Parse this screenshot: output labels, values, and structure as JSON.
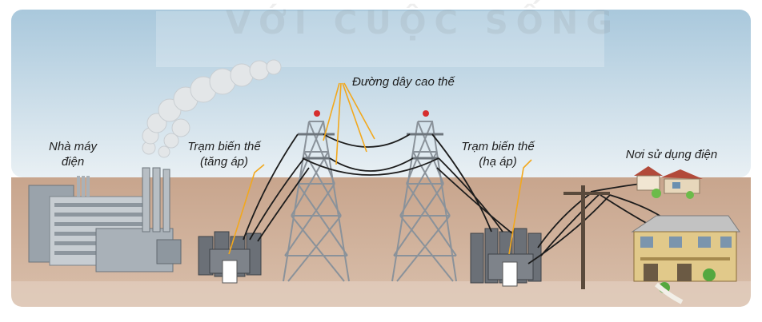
{
  "watermark": "VỚI CUỘC SỐNG",
  "labels": {
    "power_plant_line1": "Nhà máy",
    "power_plant_line2": "điện",
    "step_up_line1": "Trạm biến thế",
    "step_up_line2": "(tăng áp)",
    "transmission_lines": "Đường dây cao thế",
    "step_down_line1": "Trạm biến thế",
    "step_down_line2": "(hạ áp)",
    "consumers": "Nơi sử dụng điện"
  },
  "colors": {
    "sky_top": "#a9c8dc",
    "sky_bottom": "#e6eef3",
    "ground": "#cfae96",
    "leader_line": "#f2a81d",
    "wire": "#1c1c1c",
    "tower": "#9aa2aa"
  }
}
